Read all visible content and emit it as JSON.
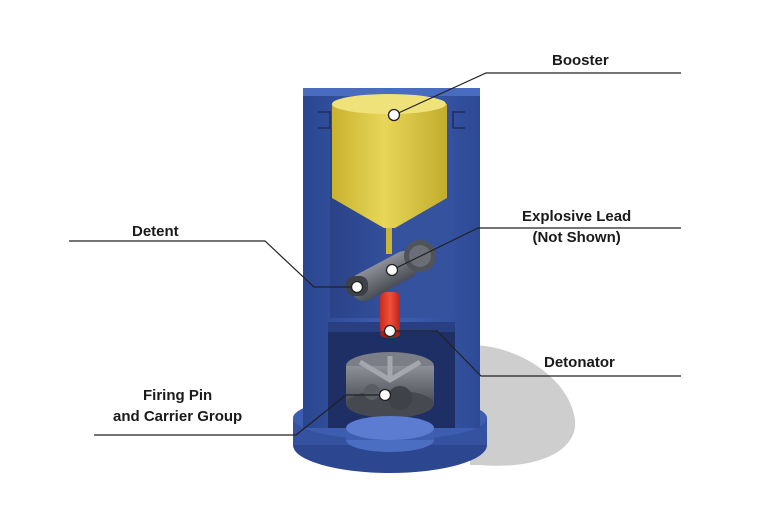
{
  "labels": {
    "booster": "Booster",
    "explosive_lead_line1": "Explosive Lead",
    "explosive_lead_line2": "(Not Shown)",
    "detent": "Detent",
    "detonator": "Detonator",
    "firing_pin_line1": "Firing Pin",
    "firing_pin_line2": "and Carrier Group"
  },
  "colors": {
    "housing": "#3a5aa8",
    "booster": "#dcc943",
    "detonator": "#e23a2a",
    "detent": "#5c5f66",
    "leader_line": "#222222"
  }
}
